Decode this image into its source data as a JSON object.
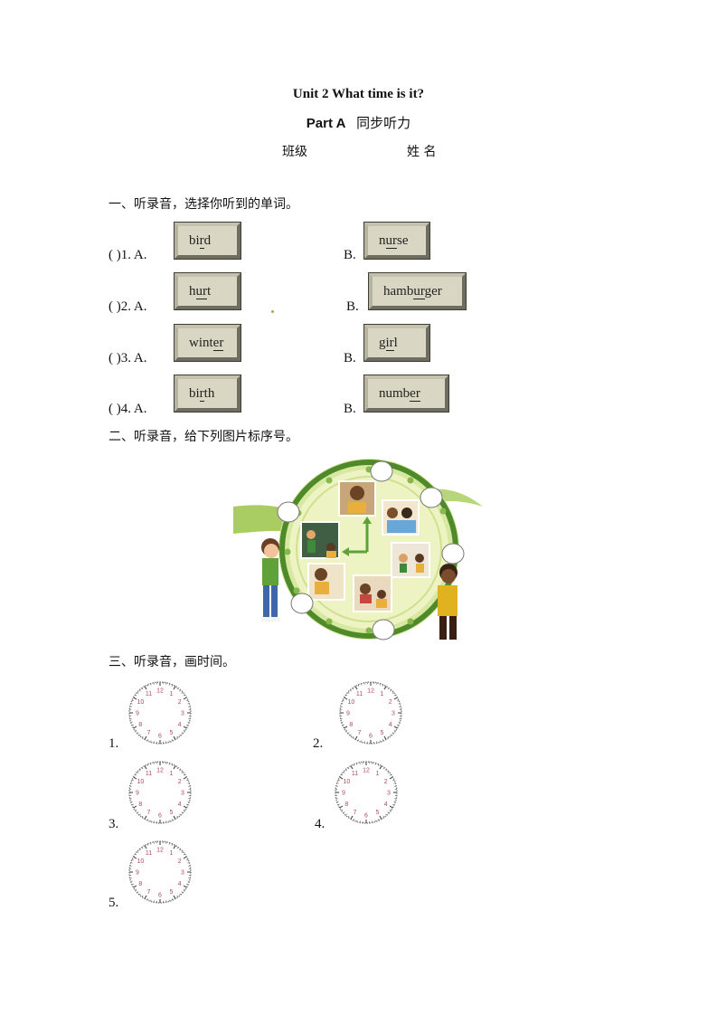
{
  "header": {
    "title": "Unit  2 What  time  is  it?",
    "part": "Part A",
    "part_cn": "同步听力",
    "class_label": "班级",
    "name_label": "姓 名"
  },
  "section1": {
    "heading": "一、听录音，选择你听到的单词。",
    "questions": [
      {
        "prefix": "(      )1. A.",
        "a_pre": "bi",
        "a_u": "r",
        "a_post": "d",
        "b_label": "B.",
        "b_pre": "n",
        "b_u": "ur",
        "b_post": "se"
      },
      {
        "prefix": "(      )2. A.",
        "a_pre": "h",
        "a_u": "ur",
        "a_post": "t",
        "b_label": "B.",
        "b_pre": "hamb",
        "b_u": "ur",
        "b_post": "ger"
      },
      {
        "prefix": "(      )3. A.",
        "a_pre": "wint",
        "a_u": "er",
        "a_post": "",
        "b_label": "B.",
        "b_pre": "g",
        "b_u": "ir",
        "b_post": "l"
      },
      {
        "prefix": "(      )4. A.",
        "a_pre": "bi",
        "a_u": "r",
        "a_post": "th",
        "b_label": "B.",
        "b_pre": "numb",
        "b_u": "er",
        "b_post": ""
      }
    ]
  },
  "section2": {
    "heading": "二、听录音，给下列图片标序号。",
    "picture": {
      "description": "clock-face illustration with six daily-activity scenes and two boys",
      "scenes": [
        "breakfast",
        "singing-class",
        "english-class",
        "football",
        "lunch",
        "dinner"
      ],
      "answer_circles": 6,
      "colors": {
        "ring_dark": "#4f8a2a",
        "ring_light": "#9cc65a",
        "face": "#eef3c4",
        "accent": "#7db84a"
      }
    }
  },
  "section3": {
    "heading": "三、听录音，画时间。",
    "clocks": [
      {
        "label": "1."
      },
      {
        "label": "2."
      },
      {
        "label": "3."
      },
      {
        "label": "4."
      },
      {
        "label": "5."
      }
    ],
    "clock_numbers": [
      "12",
      "1",
      "2",
      "3",
      "4",
      "5",
      "6",
      "7",
      "8",
      "9",
      "10",
      "11"
    ],
    "clock_number_color": "#b04a5a"
  }
}
